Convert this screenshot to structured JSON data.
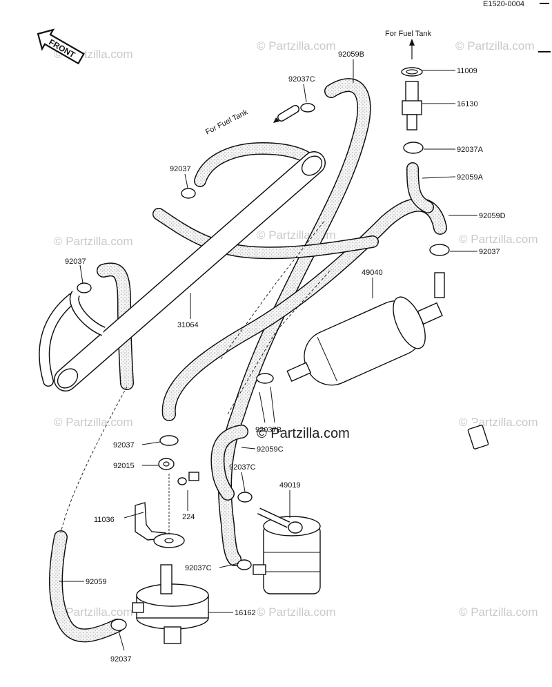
{
  "header": {
    "code": "E1520-0004"
  },
  "front_label": "FRONT",
  "annotations": {
    "fuel_tank_top": "For Fuel Tank",
    "fuel_tank_left": "For Fuel Tank"
  },
  "watermarks": {
    "faint": "© Partzilla.com",
    "center": "© Partzilla.com"
  },
  "parts": [
    {
      "id": "p-11009",
      "label": "11009"
    },
    {
      "id": "p-16130",
      "label": "16130"
    },
    {
      "id": "p-92037A",
      "label": "92037A"
    },
    {
      "id": "p-92059A",
      "label": "92059A"
    },
    {
      "id": "p-92059D",
      "label": "92059D"
    },
    {
      "id": "p-92037-r",
      "label": "92037"
    },
    {
      "id": "p-49040",
      "label": "49040"
    },
    {
      "id": "p-92059B",
      "label": "92059B"
    },
    {
      "id": "p-92037C-t",
      "label": "92037C"
    },
    {
      "id": "p-92037-ul",
      "label": "92037"
    },
    {
      "id": "p-92037-l",
      "label": "92037"
    },
    {
      "id": "p-31064",
      "label": "31064"
    },
    {
      "id": "p-92037B",
      "label": "92037B"
    },
    {
      "id": "p-92059C",
      "label": "92059C"
    },
    {
      "id": "p-92037C-m",
      "label": "92037C"
    },
    {
      "id": "p-49019",
      "label": "49019"
    },
    {
      "id": "p-92037-m",
      "label": "92037"
    },
    {
      "id": "p-92015",
      "label": "92015"
    },
    {
      "id": "p-224",
      "label": "224"
    },
    {
      "id": "p-11036",
      "label": "11036"
    },
    {
      "id": "p-92037C-b",
      "label": "92037C"
    },
    {
      "id": "p-92059",
      "label": "92059"
    },
    {
      "id": "p-16162",
      "label": "16162"
    },
    {
      "id": "p-92037-b",
      "label": "92037"
    }
  ]
}
